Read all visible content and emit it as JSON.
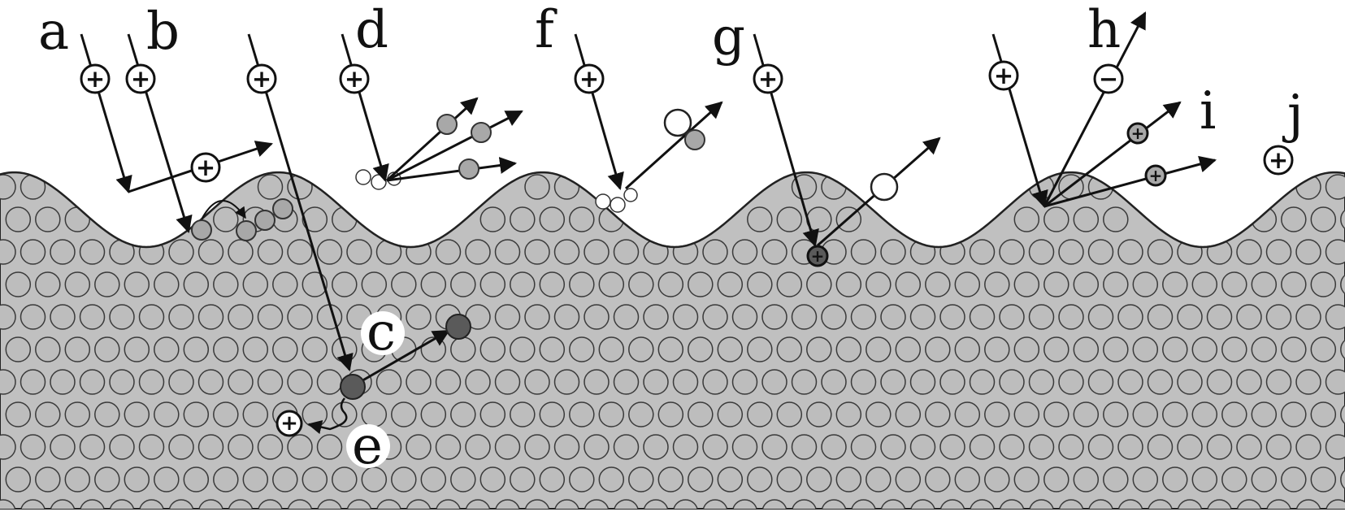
{
  "labels": {
    "a": "a",
    "b": "b",
    "c": "c",
    "d": "d",
    "e": "e",
    "f": "f",
    "g": "g",
    "h": "h",
    "i": "i",
    "j": "j"
  },
  "ion_signs": {
    "positive": "+",
    "negative": "−"
  },
  "colors": {
    "background": "#ffffff",
    "solid_fill": "#c0c0c0",
    "atom_fill": "#bdbdbd",
    "atom_stroke": "#3a3a3a",
    "dark_atom": "#5a5a5a",
    "line": "#111111"
  }
}
